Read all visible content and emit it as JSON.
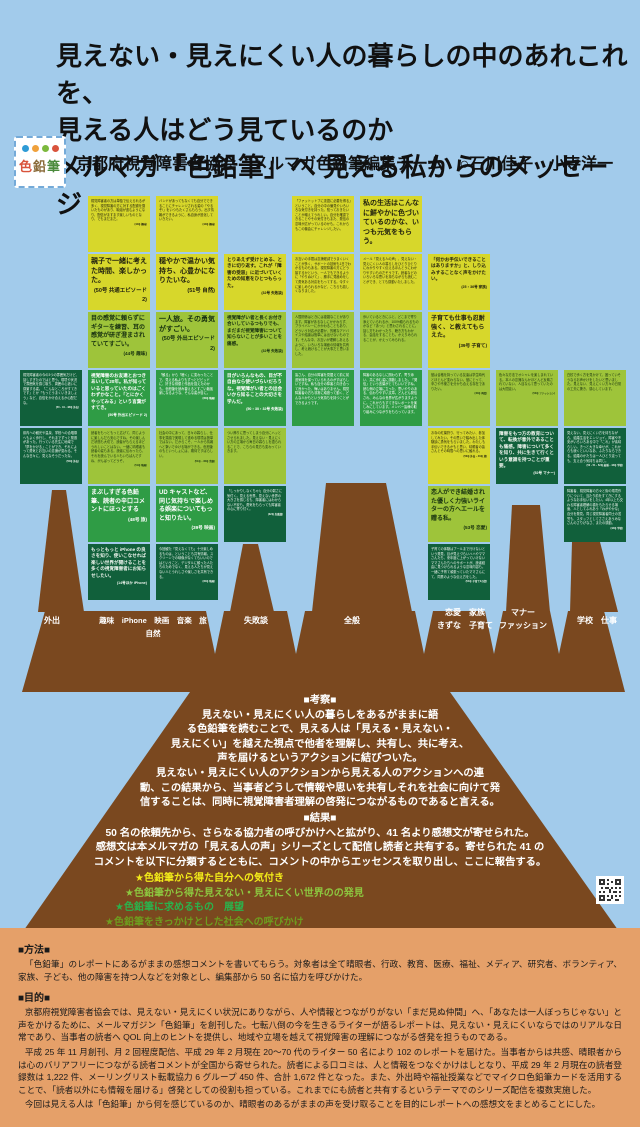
{
  "header": {
    "title_line1": "見えない・見えにくい人の暮らしの中のあれこれを、",
    "title_line2": "見える人はどう見ているのか",
    "title_line3": "メルマガ「色鉛筆」へ 見える私からのメッセージ",
    "byline": "京都府視覚障害者協会　メルマガ色鉛筆編集チーム　○石川佳子　小寺洋一",
    "logo_text": "色鉛筆",
    "logo_dot_colors": [
      "#2e9bd6",
      "#f0a13c",
      "#7cb93e",
      "#d9533c"
    ]
  },
  "palette": {
    "background_blue": "#a2cbeb",
    "note_yellow": "#d7d72b",
    "note_yellowgreen": "#9ec43a",
    "note_green": "#2f9c45",
    "note_darkgreen": "#11603b",
    "tree_brown": "#7a481f",
    "bottom_band": "#e5a069"
  },
  "notes": [
    {
      "row": 0,
      "col": 1,
      "color": "yellow",
      "size": "tiny",
      "text": "視覚障害者の方は単独で伝えられるが多く、視覚障害の方に対する配慮を聞いたものがあり、取組が進むようになり、配信がますます楽しいものとなり、でもまだまだ。",
      "tag": "(44号 趣味)"
    },
    {
      "row": 0,
      "col": 2,
      "color": "yellow",
      "size": "tiny",
      "text": "バンドがあってもなくても自分でできることにチャレンジされる姿の「やるぞ!」をいつもたくさんもらう。出す情報ができるように、私自身が進化していきたい。",
      "tag": "(44号 趣味)"
    },
    {
      "row": 0,
      "col": 4,
      "color": "yellow",
      "size": "tiny",
      "text": "「ファットットプに漢語に必要を得る」ということ。自分の中の偏見やいろいろな気付きを持った。知っておきたいことが増えてうれしい。自分を確認できることやその気付きもまた、発信の意味が広がっているのかも。これからもこの機会にチャレンジしたい。",
      "tag": ""
    },
    {
      "row": 0,
      "col": 5,
      "color": "yellow",
      "size": "big",
      "text": "私の生活はこんなに鮮やかに色づいているのかな、いつも元気をもらう。",
      "tag": ""
    },
    {
      "row": 1,
      "col": 1,
      "color": "yellow",
      "size": "big",
      "text": "親子で一緒に考えた時間、楽しかった。",
      "tag": "(50号 共通エピソード 2)"
    },
    {
      "row": 1,
      "col": 2,
      "color": "yellow",
      "size": "big",
      "text": "穏やかで温かい気持ち、心豊かになりたいな。",
      "tag": "(51号 自然)"
    },
    {
      "row": 1,
      "col": 3,
      "color": "yellow",
      "size": "small",
      "text": "とりあえず受けとめる、ときに切り返す。これが「障害の受容」に近づいていくための知恵をひとつもらった。",
      "tag": "(32号 失敗談)"
    },
    {
      "row": 1,
      "col": 4,
      "color": "yellow",
      "size": "tiny",
      "text": "お互いの手間は意識軽減でうまくいくことが多く、サポートの技術も1日でわかるものもある。視覚障害の方にどう接するかという、一人でもできるように「やりぬけて」、勝手に見極めをして勇気ある対応をもってする。今すぐに楽しめられるかなど、こちらも嬉しくなりました。",
      "tag": ""
    },
    {
      "row": 1,
      "col": 5,
      "color": "yellow",
      "size": "tiny",
      "text": "メール「見える人の声」、見えない・見えにくい人の暮らしをひとりひとりにわかりやすく伝えるほんとうにわかりやすいものだそうです。読者などのいろいろな思いを持ちながらも読むことができ、とても感動いたしました。",
      "tag": ""
    },
    {
      "row": 1,
      "col": 6,
      "color": "yellow",
      "size": "small",
      "text": "「何かお手伝いできることはありますか」と、しり込みすることなく声をかけたい。",
      "tag": "(25・36号 家族)"
    },
    {
      "row": 2,
      "col": 1,
      "color": "lgreen",
      "size": "med",
      "text": "目の感覚に頼らずにギターを練習、耳の感覚が研ぎ澄まされていてすごい。",
      "tag": "(44号 趣味)"
    },
    {
      "row": 2,
      "col": 2,
      "color": "lgreen",
      "size": "big",
      "text": "一人旅。その勇気がすごい。",
      "tag": "(50号 外出エピソード 2)"
    },
    {
      "row": 2,
      "col": 3,
      "color": "lgreen",
      "size": "small",
      "text": "視覚障がい者と長くお付き合いしているつもりでも、まだまだ視覚障害について知らないことが多いことを痛感。",
      "tag": "(32号 失敗談)"
    },
    {
      "row": 2,
      "col": 4,
      "color": "lgreen",
      "size": "tiny",
      "text": "人間関係はときには複雑なことがあります。障害があるなしにかかわらず、プライバシーにかかわることもあり、どういう対応が必要か、的確なアドバイスや結論は簡単には出せないものです。そんな中、お互いが理解しあえるように、いろいろな場面の情報を共有し、考え続けることが大事だと思いました。",
      "tag": ""
    },
    {
      "row": 2,
      "col": 5,
      "color": "lgreen",
      "size": "tiny",
      "text": "歩いているときにふと、どこまで寄り添えていられるか、100%頼られるものかなど「あっ!」と思わされることに。話し方もわかったり、聴き方もわかる、会話をすることも。かえりみられることが、かえってみられる。",
      "tag": ""
    },
    {
      "row": 2,
      "col": 6,
      "color": "yellow",
      "size": "med",
      "text": "子育ても仕事も忍耐強く、と教えてもらえた。",
      "tag": "(39号 子育て)"
    },
    {
      "row": 3,
      "col": 0,
      "color": "dgreen",
      "size": "tiny",
      "text": "視覚障害者の今の3つの雰囲気だけど、話しすぎたのではと思う。環境や状況で雰囲気を感じ取り、周囲の心遣いに感謝する姿。「こんなところがすてきです」とか「もっとうまくいきましょう」など、自信をかけ合えるか心配だな。",
      "tag": "(50・44・48号 外出)"
    },
    {
      "row": 3,
      "col": 1,
      "color": "mgreen",
      "size": "small",
      "text": "視覚障害のお友達とおつきあいして20年。私が知っていると思っていたのはごくわずかなこと。「とにかくやってみる」という言葉がすてき。",
      "tag": "(50号 外出エピソード 2)"
    },
    {
      "row": 3,
      "col": 2,
      "color": "mgreen",
      "size": "tiny",
      "text": "「観る」から「聴く」に変わったことで、見える私よりもずっとビビッドに、好きな俳優と作品を捉えたのかも。色鉛筆を読み替えるとすごい勉強家になるような、そんな姿が目に。",
      "tag": "(30号 映画)"
    },
    {
      "row": 3,
      "col": 3,
      "color": "mgreen",
      "size": "small",
      "text": "目がいろんなもの、目が不自由なら使いづらいだろうな。視覚障がい者との出会いから知ることの大切さを学んだ。",
      "tag": "(50・30・32号 失敗談)"
    },
    {
      "row": 3,
      "col": 4,
      "color": "mgreen",
      "size": "tiny",
      "text": "皆さん、自分の障害を見据えて前に前進気味を保っていられるのがすばらしいですね。私も自分の障害と向き合って良かった、悔いはありません。視覚障害者の方も非常に頑張って動く、どんな人かもという気持ちを持つことができるようです。",
      "tag": ""
    },
    {
      "row": 3,
      "col": 5,
      "color": "mgreen",
      "size": "tiny",
      "text": "障害のあるなしに関わらず、寄り添い、共に歩む姿に感動しました。「発信」という言葉がとてもいいですね。読む側の立場に立った、思いやりのある、伝わりやすい文章。どんどん発信され、みんなの世界が広がりますように。これからもすてきなレポートを楽しみにしています。メンバー皆様の取り組みにつながりをもらっています。",
      "tag": ""
    },
    {
      "row": 3,
      "col": 6,
      "color": "lgreen",
      "size": "tiny",
      "text": "彼は合格を持っている友達は学生時代とほとんど変わらない。彼にとって、辛さや不便さを分かち合える存在でありたい。",
      "tag": "(40号 再起)"
    },
    {
      "row": 3,
      "col": 7,
      "color": "lgreen",
      "size": "tiny",
      "text": "色々な方法でオシャレを楽しまれている。本人の意識なんかほとんど反映されていない、人目なんて思っていたのは大間違い。",
      "tag": "(52号 ファッション)"
    },
    {
      "row": 3,
      "col": 8,
      "color": "lgreen",
      "size": "tiny",
      "text": "白杖で歩く方を見かけて、困っていそうならお声かけをしたいと思いました。見えない、見えにくい方々の日常の工夫に驚き、感心しています。",
      "tag": ""
    },
    {
      "row": 4,
      "col": 0,
      "color": "dgreen",
      "size": "tiny",
      "text": "県内への観光や温泉、学校への合唱祭へもよく歩行し、それまでずっと緊張があった。行っている先生に地域で「夢をかける」ことができ、それによって勇気とお互いの意識が変わる。そんな日々に、見えなそうだったな。",
      "tag": "(50号 外出)"
    },
    {
      "row": 4,
      "col": 1,
      "color": "lgreen",
      "size": "tiny",
      "text": "読者をもっともっと広げて、同じように楽しんだら安心ですね。その楽しんだ状態も大切で、読者がもらえるほどうれしいことはない。一緒に晴眼者も読者の姿もある。読者に伝わったら、それを読んでいる人もいちばんですね、がんばってどうぞ。",
      "tag": "(51号 映画)"
    },
    {
      "row": 4,
      "col": 2,
      "color": "lgreen",
      "size": "tiny",
      "text": "社会の中にあって、日々の暮らし、仕事を笑顔で実現して進める環境は簡単ではない。だからこそ、一人から情報へと繋いでゆける場ができる。色鉛筆のもといっしょには、期待ですばらしい。",
      "tag": "(51号・36号 音楽)"
    },
    {
      "row": 4,
      "col": 3,
      "color": "lgreen",
      "size": "tiny",
      "text": "つい飾りに思ってしまう自分にハッとさせられました。見えない・見えにくい方の立場から毎日の暮らしを語られることで、こちらの見方も変わっていきます。",
      "tag": ""
    },
    {
      "row": 4,
      "col": 6,
      "color": "yellow",
      "size": "tiny",
      "text": "お寺の紅葉狩り、行ってみたい、参加してみたい。その思いで踏み出した体験談に勇気をもらいました。わたしも手伝いできるかもと思い、晴眼者の皆さんとその時間への思いに触れる。",
      "tag": "(50号 外出・43号 旅)"
    },
    {
      "row": 4,
      "col": 7,
      "color": "dgreen",
      "size": "small",
      "text": "障害をもつ方の教育について、転換が意外であることも痛感。障害について多くを知り、共に生きて行くという意識を持つことが重要。",
      "tag": "(52号 マナー)"
    },
    {
      "row": 4,
      "col": 8,
      "color": "dgreen",
      "size": "tiny",
      "text": "見えない、見えにくい方を待ちながら、結婚生活をエンジョイ。障害や不安がいろいろある中で「これ」が素晴らしい。きっと大きな幸せが、これからも続くといいなあ、ふたりならできる。結婚のかたちは一人ひとり違っても、支え合う気持ちは同じ。",
      "tag": "(50・51・52号 結婚・43号 学校)"
    },
    {
      "row": 5,
      "col": 1,
      "color": "mgreen",
      "size": "med",
      "text": "まぶしすぎる色鉛筆、読者の辛口コメントにほっとする",
      "tag": "(48号 旅)"
    },
    {
      "row": 5,
      "col": 2,
      "color": "mgreen",
      "size": "med",
      "text": "UD キャストなど、同じ気持ちで楽しめる娯楽についてもっと知りたい。",
      "tag": "(39号 映画)"
    },
    {
      "row": 5,
      "col": 3,
      "color": "dgreen",
      "size": "tiny",
      "text": "「しっかりしなくちゃ!」自分の弱さに気付く。見える世界、見えない世界の大きさを感じるも、障害者にはわからない不安も。勇気をもらっても障害者の心に寄り付く。",
      "tag": "(32号 失敗談)"
    },
    {
      "row": 5,
      "col": 6,
      "color": "lgreen",
      "size": "med",
      "text": "恋人ができ結婚された優しく力強いライターの方へエールを贈る私。",
      "tag": "(53号 恋愛)"
    },
    {
      "row": 5,
      "col": 8,
      "color": "dgreen",
      "size": "tiny",
      "text": "障害者、視覚障害の方々と街の環境作りについて、当たり前をすてきにするようなお手伝いをしたい。4年以上も交わる障害者理解の橋をもたらせる場面、人としてふれあう「わがやかな」自分を発見。同じ視覚障害者同士の苦労も、スタッフとしてささえあうみなさんのさりげなさ、またの感動。",
      "tag": "(42号 学校)"
    },
    {
      "row": 6,
      "col": 1,
      "color": "dgreen",
      "size": "small",
      "text": "もっともっと iPhone の良さを知り、使いこなせれば楽しい世界が開けることを多くの視覚障害者にお知らせしたい。",
      "tag": "(14号ほか iPhone)"
    },
    {
      "row": 6,
      "col": 2,
      "color": "dgreen",
      "size": "tiny",
      "text": "今回観た「見えなくても」十分楽しめるものは、ということも共有情報。スクリーンでの映像がなくてもいいのではということ、デジタルに頼った人たちのためでなく、見える人たちが見えない人とうれしさや楽しさを共有できる。",
      "tag": "(30号 映画)"
    },
    {
      "row": 6,
      "col": 6,
      "color": "dgreen",
      "size": "tiny",
      "text": "子育ての体験はプールまで行けないという発見、目が見えづらいハハやママさんたち、来年度に上がっていけないママさんたちへのサポートが、読者経由に見つけられるような意味内容も。一緒に子育て頑張っていたママさんにて、同業のような伝え方をした。",
      "tag": "(54号 子育て2の話)"
    }
  ],
  "categories": {
    "g0": {
      "line1": "外出"
    },
    "g1": {
      "line1": "趣味　iPhone　映画　音楽　旅　自然"
    },
    "g2": {
      "line1": "失敗談"
    },
    "g3": {
      "line1": "全般"
    },
    "g4": {
      "line1": "恋愛　家族",
      "line2": "きずな　子育て"
    },
    "g5": {
      "line1": "マナー",
      "line2": "ファッション"
    },
    "g6": {
      "line1": "学校　仕事"
    }
  },
  "sections": {
    "kousatsu": {
      "lines": [
        "■考察■",
        "見えない・見えにくい人の暮らしをあるがままに語",
        "る色鉛筆を読むことで、見える人は「見える・見えない・",
        "見えにくい」を越えた視点で他者を理解し、共有し、共に考え、",
        "声を届けるというアクションに結びついた。",
        "見えない・見えにくい人のアクションから見える人のアクションへの連",
        "動、この結果から、当事者どうしで情報や思いを共有しそれを社会に向けて発",
        "信することは、同時に視覚障害者理解の啓発につながるものであると言える。"
      ]
    },
    "kekka": {
      "lines": [
        "■結果■",
        "50 名の依頼先から、さらなる協力者の呼びかけへと拡がり、41 名より感想文が寄せられた。",
        "感想文は本メルマガの「見える人の声」シリーズとして配信し読者と共有する。寄せられた 41 の",
        "コメントを以下に分類するとともに、コメントの中からエッセンスを取り出し、ここに報告する。"
      ],
      "stars": [
        {
          "text": "★色鉛筆から得た自分への気付き",
          "color": "#f3ec19"
        },
        {
          "text": "★色鉛筆から得た見えない・見えにくい世界のの発見",
          "color": "#8dc63f"
        },
        {
          "text": "★色鉛筆に求めるもの　展望",
          "color": "#2bb24c"
        },
        {
          "text": "★色鉛筆をきっかけとした社会への呼びかけ",
          "color": "#6e9c1f"
        }
      ]
    },
    "houhou": {
      "heading": "■方法■",
      "p1": "「色鉛筆」のレポートにあるがままの感想コメントを書いてもらう。対象者は全て晴眼者、行政、教育、医療、福祉、メディア、研究者、ボランティア、家族、子ども、他の障害を持つ人などを対象とし、編集部から 50 名に協力を呼びかけた。"
    },
    "mokuteki": {
      "heading": "■目的■",
      "p1": "京都府視覚障害者協会では、見えない・見えにくい状況にありながら、人や情報とつながりがない「まだ見ぬ仲間」へ、「あなたは一人ぼっちじゃない」と声をかけるために、メールマガジン「色鉛筆」を創刊した。七転八倒の今を生きるライターが語るレポートは、見えない・見えにくいならではのリアルな日常であり、当事者の読者へ QOL 向上のヒントを提供し、地域や立場を越えて視覚障害の理解につながる啓発を担うものである。",
      "p2": "平成 25 年 11 月創刊、月 2 回程度配信、平成 29 年 2 月現在 20〜70 代のライター 50 名により 102 のレポートを届けた。当事者からは共感、晴眼者からは心のバリアフリーにつながる読者コメントが全国から寄せられた。読者による口コミは、人と情報をつなぐかけはしとなり、平成 29 年 2 月現在の読者登録数は 1,222 件、メーリングリスト転載協力 6 グループ 450 件、合計 1,672 件となった。また、外出時や福祉授業などでマイクロ色鉛筆カードを活用することで、「読者以外にも情報を届ける」啓発としての役割も担っている。これまでにも読者と共有するというテーマでのシリーズ配信を複数実施した。",
      "p3": "今回は見える人は「色鉛筆」から何を感じているのか、晴眼者のあるがままの声を受け取ることを目的にレポートへの感想文をまとめることにした。"
    }
  }
}
